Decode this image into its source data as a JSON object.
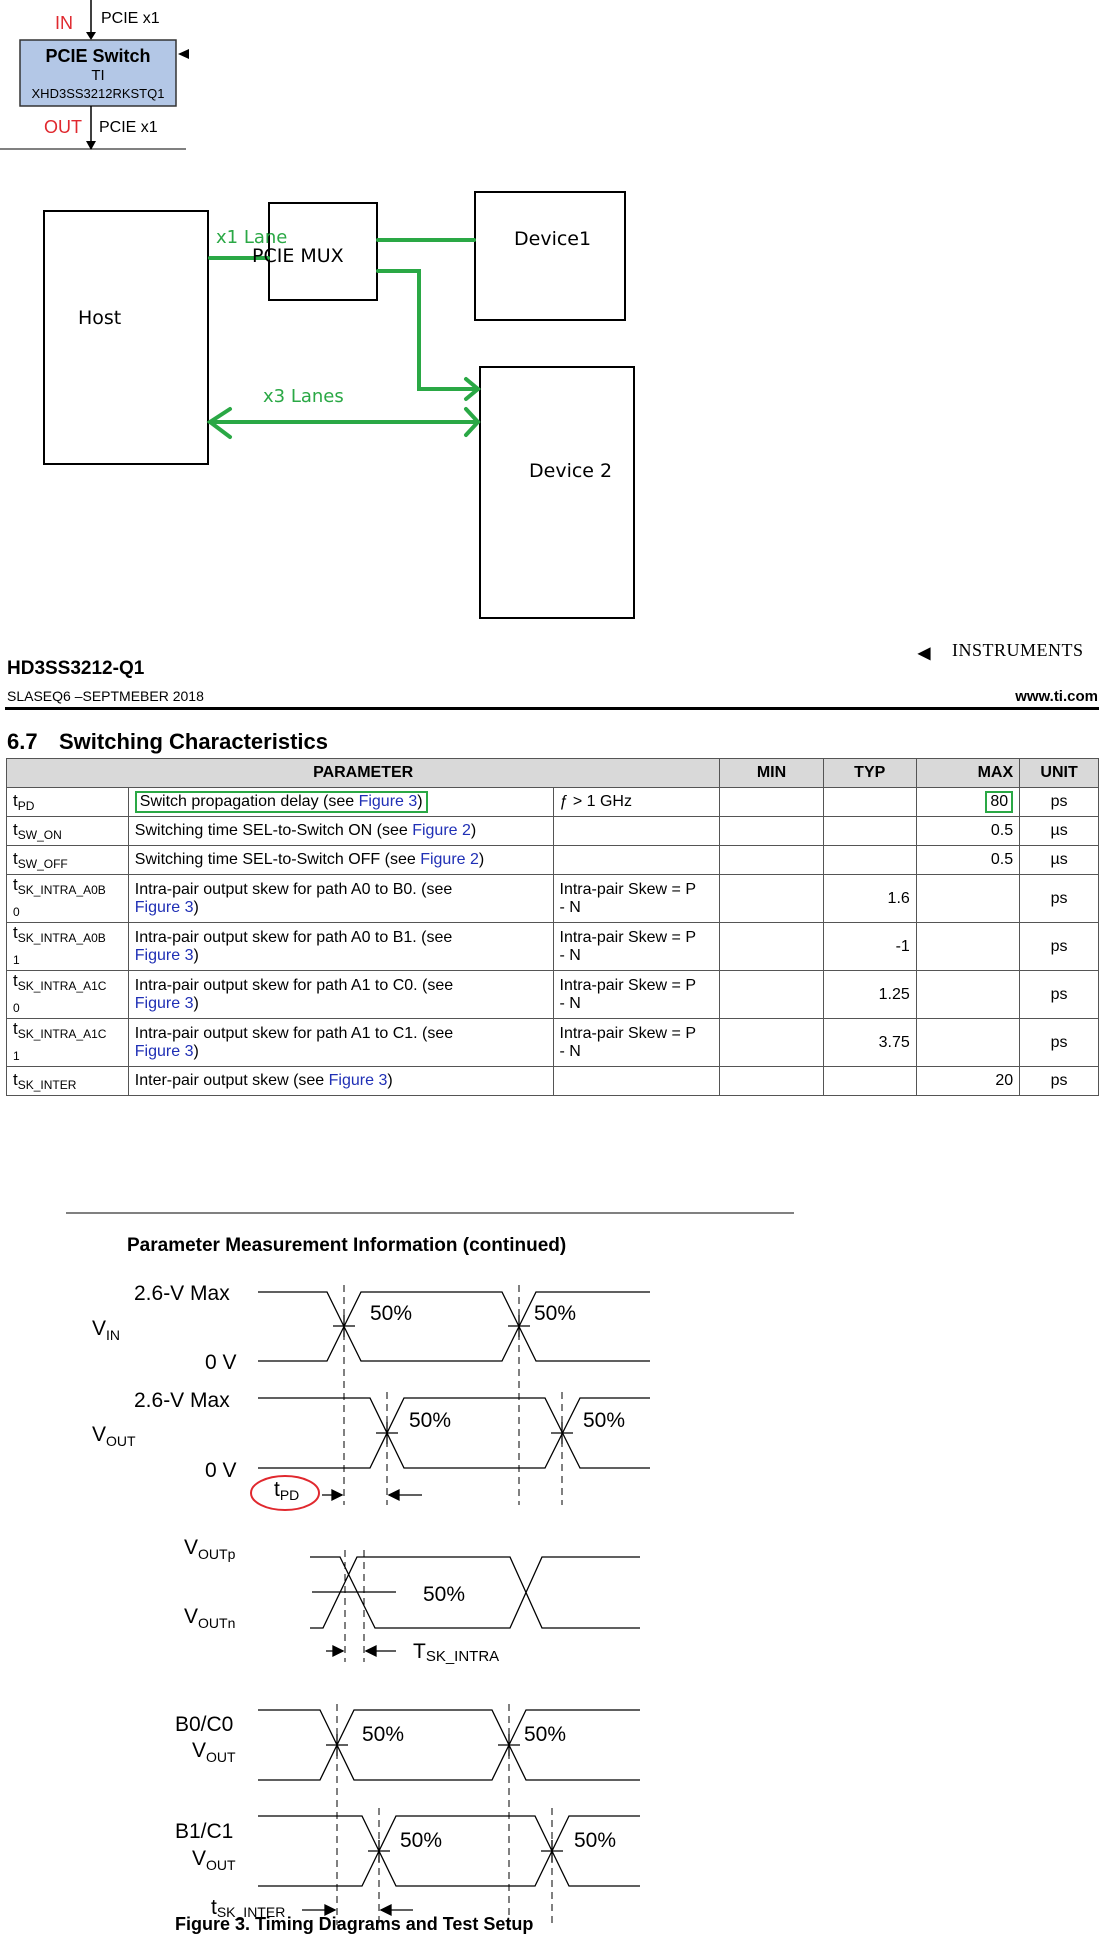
{
  "switch_block": {
    "in_label": "IN",
    "in_signal": "PCIE x1",
    "title": "PCIE Switch",
    "vendor": "TI",
    "part": "XHD3SS3212RKSTQ1",
    "out_label": "OUT",
    "out_signal": "PCIE x1"
  },
  "topology": {
    "host": "Host",
    "mux": "PCIE MUX",
    "device1": "Device1",
    "device2": "Device 2",
    "x1_lane": "x1 Lane",
    "x3_lanes": "x3 Lanes"
  },
  "datasheet": {
    "brand": "INSTRUMENTS",
    "part_number": "HD3SS3212-Q1",
    "doc_id": "SLASEQ6 –SEPTMEBER 2018",
    "url": "www.ti.com",
    "section_number": "6.7",
    "section_title": "Switching Characteristics",
    "headers": {
      "parameter": "PARAMETER",
      "min": "MIN",
      "typ": "TYP",
      "max": "MAX",
      "unit": "UNIT"
    },
    "rows": [
      {
        "sym": "t",
        "sub": "PD",
        "sub2": "",
        "desc": "Switch propagation delay (see ",
        "link": "Figure 3",
        "end": ")",
        "cond": "ƒ > 1 GHz",
        "cond2": "",
        "min": "",
        "typ": "",
        "max": "80",
        "unit": "ps"
      },
      {
        "sym": "t",
        "sub": "SW_ON",
        "sub2": "",
        "desc": "Switching time SEL-to-Switch ON (see ",
        "link": "Figure 2",
        "end": ")",
        "cond": "",
        "cond2": "",
        "min": "",
        "typ": "",
        "max": "0.5",
        "unit": "µs"
      },
      {
        "sym": "t",
        "sub": "SW_OFF",
        "sub2": "",
        "desc": "Switching time SEL-to-Switch OFF (see ",
        "link": "Figure 2",
        "end": ")",
        "cond": "",
        "cond2": "",
        "min": "",
        "typ": "",
        "max": "0.5",
        "unit": "µs"
      },
      {
        "sym": "t",
        "sub": "SK_INTRA_A0B",
        "sub2": "0",
        "desc": "Intra-pair output skew for path A0 to B0. (see",
        "link": "Figure 3",
        "end": ")",
        "cond": "Intra-pair Skew = P",
        "cond2": "- N",
        "min": "",
        "typ": "1.6",
        "max": "",
        "unit": "ps"
      },
      {
        "sym": "t",
        "sub": "SK_INTRA_A0B",
        "sub2": "1",
        "desc": "Intra-pair output skew for path A0 to B1. (see",
        "link": "Figure 3",
        "end": ")",
        "cond": "Intra-pair Skew = P",
        "cond2": "- N",
        "min": "",
        "typ": "-1",
        "max": "",
        "unit": "ps"
      },
      {
        "sym": "t",
        "sub": "SK_INTRA_A1C",
        "sub2": "0",
        "desc": "Intra-pair output skew for path A1 to C0. (see",
        "link": "Figure 3",
        "end": ")",
        "cond": "Intra-pair Skew = P",
        "cond2": "- N",
        "min": "",
        "typ": "1.25",
        "max": "",
        "unit": "ps"
      },
      {
        "sym": "t",
        "sub": "SK_INTRA_A1C",
        "sub2": "1",
        "desc": "Intra-pair output skew for path A1 to C1. (see",
        "link": "Figure 3",
        "end": ")",
        "cond": "Intra-pair Skew = P",
        "cond2": "- N",
        "min": "",
        "typ": "3.75",
        "max": "",
        "unit": "ps"
      },
      {
        "sym": "t",
        "sub": "SK_INTER",
        "sub2": "",
        "desc": "Inter-pair output skew (see ",
        "link": "Figure 3",
        "end": ")",
        "cond": "",
        "cond2": "",
        "min": "",
        "typ": "",
        "max": "20",
        "unit": "ps"
      }
    ]
  },
  "timing": {
    "heading": "Parameter Measurement Information (continued)",
    "max_label": "2.6-V Max",
    "zero_label": "0 V",
    "v": "V",
    "vin_sub": "IN",
    "vout_sub": "OUT",
    "voutp_sub": "OUTp",
    "voutn_sub": "OUTn",
    "pct": "50%",
    "tpd_t": "t",
    "tpd_sub": "PD",
    "tsk_intra_T": "T",
    "tsk_intra_sub": "SK_INTRA",
    "tsk_inter_t": "t",
    "tsk_inter_sub": "SK_INTER",
    "b0c0": "B0/C0",
    "b1c1": "B1/C1",
    "caption": "Figure 3.  Timing Diagrams and Test Setup"
  }
}
